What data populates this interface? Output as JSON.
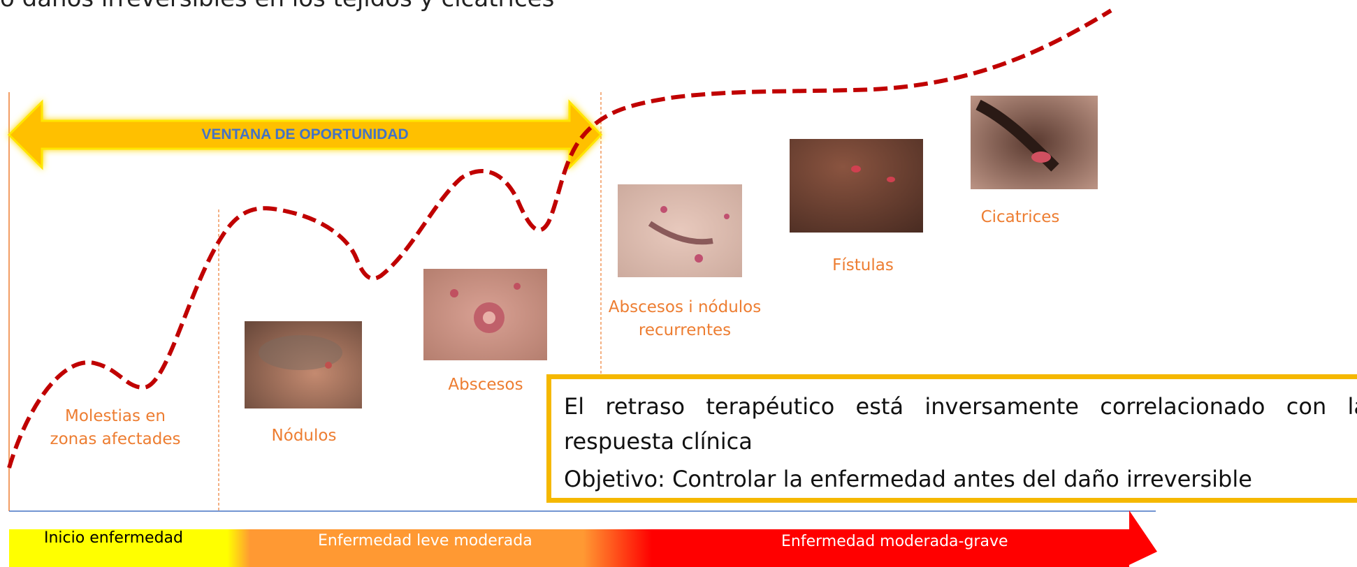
{
  "header": {
    "partial_text": "o daños irreversibles en los tejidos y cicatrices"
  },
  "window": {
    "label": "VENTANA DE OPORTUNIDAD",
    "color": "#ffc000",
    "text_color": "#4472c4"
  },
  "stages": [
    {
      "label": "Molestias en zonas afectades",
      "line1": "Molestias en",
      "line2": "zonas afectades"
    },
    {
      "label": "Nódulos"
    },
    {
      "label": "Abscesos"
    },
    {
      "label": "Abscesos i nódulos recurrentes",
      "line1": "Abscesos i nódulos",
      "line2": "recurrentes"
    },
    {
      "label": "Fístulas"
    },
    {
      "label": "Cicatrices"
    }
  ],
  "callout": {
    "line1": "El retraso terapéutico está inversamente correlacionado con la respuesta clínica",
    "line2": "Objetivo: Controlar la enfermedad antes del daño irreversible",
    "border_color": "#f5b800"
  },
  "timeline": {
    "segments": [
      {
        "label": "Inicio enfermedad",
        "color": "#ffff00"
      },
      {
        "label": "Enfermedad leve moderada",
        "color": "#ff9933"
      },
      {
        "label": "Enfermedad moderada-grave",
        "color": "#ff0000"
      }
    ]
  },
  "colors": {
    "curve": "#c00000",
    "stage_label": "#ed7d31",
    "divider": "#ed7d31",
    "baseline": "#4472c4"
  }
}
